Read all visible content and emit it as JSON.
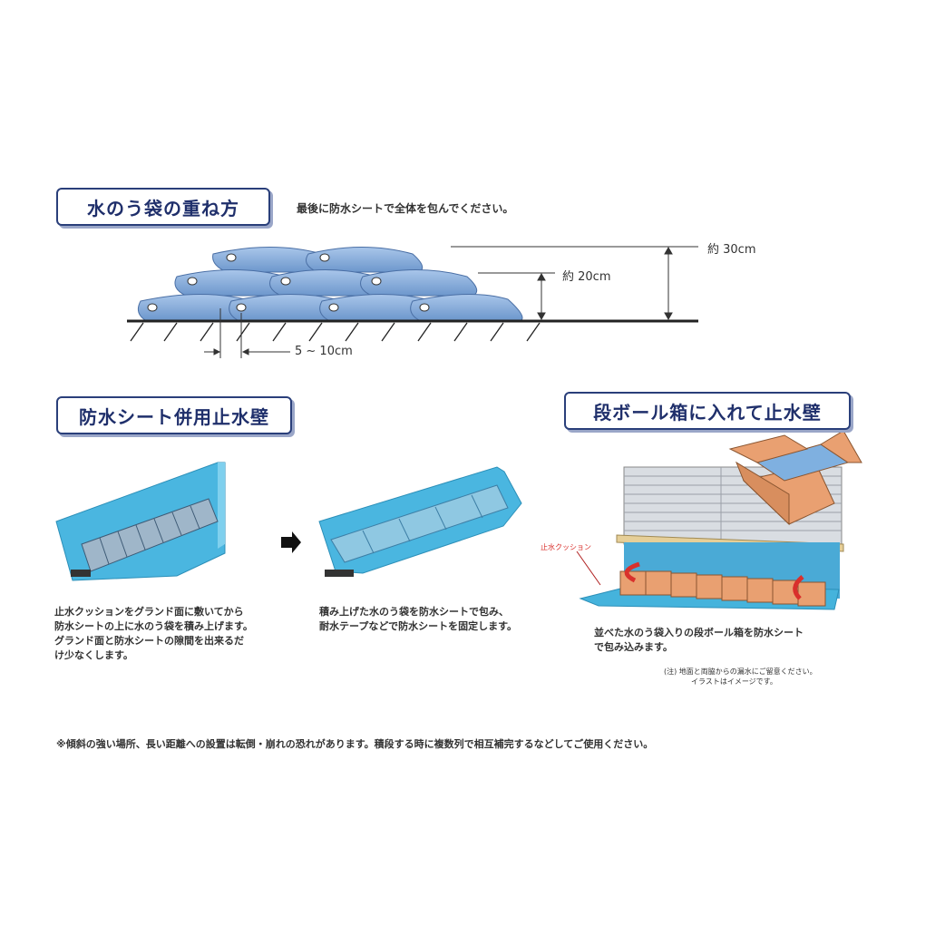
{
  "section1": {
    "title": "水のう袋の重ね方",
    "subtitle": "最後に防水シートで全体を包んでください。",
    "dim_30": "約 30cm",
    "dim_20": "約 20cm",
    "dim_gap": "5 ~ 10cm"
  },
  "section2": {
    "title": "防水シート併用止水壁",
    "step1_text": [
      "止水クッションをグランド面に敷いてから",
      "防水シートの上に水のう袋を積み上げます。",
      "グランド面と防水シートの隙間を出来るだ",
      "け少なくします。"
    ],
    "step2_text": [
      "積み上げた水のう袋を防水シートで包み、",
      "耐水テープなどで防水シートを固定します。"
    ]
  },
  "section3": {
    "title": "段ボール箱に入れて止水壁",
    "callout": "止水クッション",
    "text": [
      "並べた水のう袋入りの段ボール箱を防水シート",
      "で包み込みます。"
    ],
    "note": [
      "(注) 地面と両脇からの漏水にご留意ください。",
      "イラストはイメージです。"
    ]
  },
  "footer_note": "※傾斜の強い場所、長い距離への設置は転倒・崩れの恐れがあります。積段する時に複数列で相互補完するなどしてご使用ください。",
  "colors": {
    "navy": "#1f2f6b",
    "bag": "#7fa6d6",
    "sheet": "#45b3dc",
    "box": "#e9a071",
    "red": "#d9302c"
  }
}
